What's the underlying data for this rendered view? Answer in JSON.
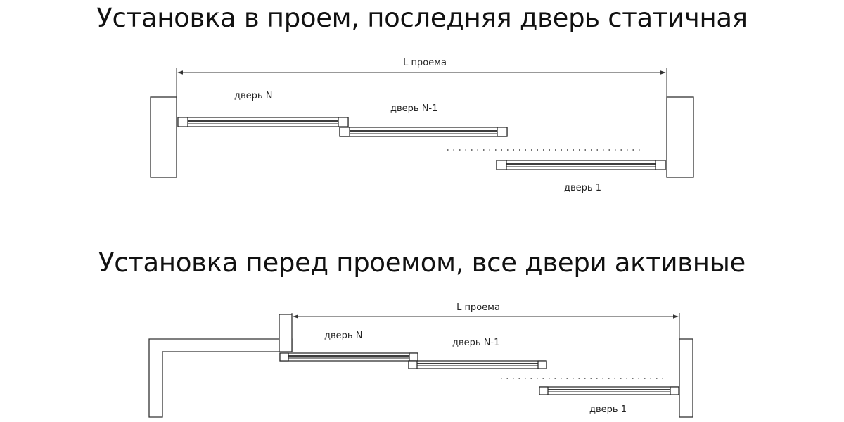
{
  "diagram1": {
    "title": "Установка в проем, последняя дверь статичная",
    "dimension_label": "L проема",
    "labels": {
      "door_n": "дверь N",
      "door_n1": "дверь N-1",
      "door_1": "дверь 1"
    }
  },
  "diagram2": {
    "title": "Установка перед проемом, все двери активные",
    "dimension_label": "L проема",
    "labels": {
      "door_n": "дверь N",
      "door_n1": "дверь N-1",
      "door_1": "дверь 1"
    }
  },
  "colors": {
    "line": "#222222",
    "background": "#ffffff"
  }
}
